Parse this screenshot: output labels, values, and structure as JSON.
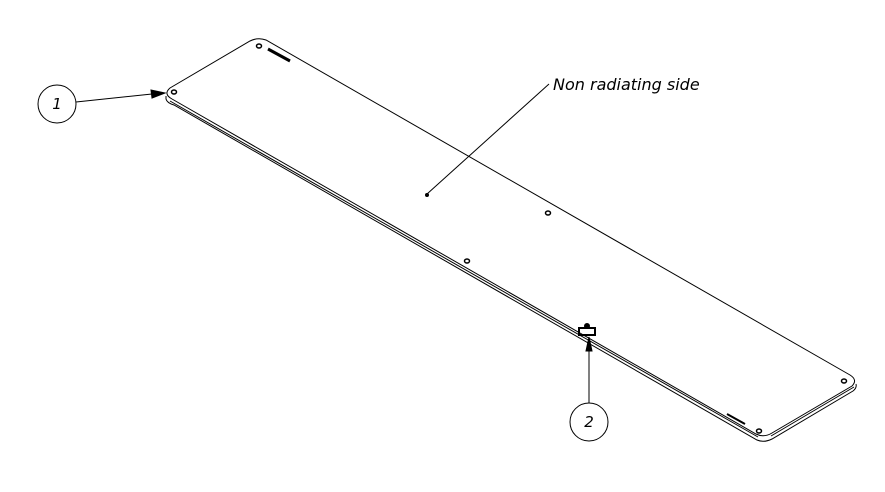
{
  "annotation": {
    "text": "Non radiating side"
  },
  "balloons": [
    {
      "number": "1"
    },
    {
      "number": "2"
    }
  ],
  "colors": {
    "line": "#000000",
    "background": "#ffffff"
  }
}
